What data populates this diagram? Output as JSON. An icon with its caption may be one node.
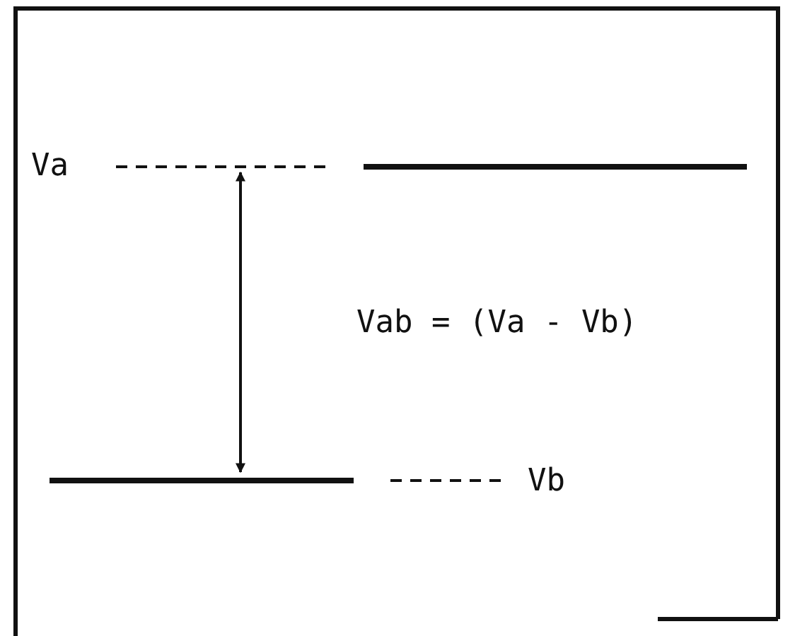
{
  "diagram": {
    "labels": [
      "Va",
      "Vab = (Va - Vb)",
      "Vb"
    ]
  }
}
